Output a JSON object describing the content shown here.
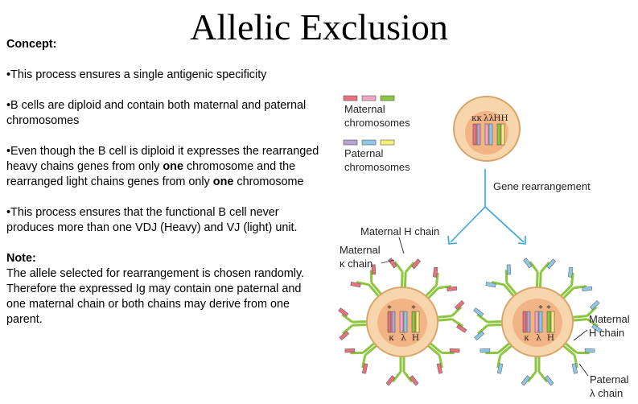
{
  "slide": {
    "title": "Allelic Exclusion",
    "concept_heading": "Concept:",
    "bullets": [
      {
        "text": "•This process ensures a single antigenic specificity"
      },
      {
        "text": "•B cells are diploid and contain both maternal and paternal chromosomes"
      },
      {
        "before": "•Even though the B cell is diploid it expresses the rearranged heavy chains genes  from only ",
        "em1": "one",
        "middle": " chromosome and the rearranged light chains genes from only ",
        "em2": "one",
        "after": " chromosome"
      },
      {
        "text": "•This process ensures that the functional B cell never produces more than one VDJ (Heavy) and VJ (light) unit."
      }
    ],
    "note_heading": "Note:",
    "note_lines": [
      "The allele selected for rearrangement is chosen randomly.",
      "Therefore the expressed Ig may contain one paternal and one maternal chain or both chains may derive from one parent."
    ]
  },
  "diagram": {
    "legend": {
      "maternal_line1": "Maternal",
      "maternal_line2": "chromosomes",
      "paternal_line1": "Paternal",
      "paternal_line2": "chromosomes"
    },
    "top_cell_labels": [
      "κκ",
      "λλ",
      "HH"
    ],
    "process_label": "Gene rearrangement",
    "cell_labels": [
      "κ",
      "λ",
      "H"
    ],
    "star": "*",
    "callouts": {
      "maternal_h_chain": "Maternal H chain",
      "maternal_kappa_line1": "Maternal",
      "maternal_kappa_line2": "κ chain",
      "right_maternal_h_line1": "Maternal",
      "right_maternal_h_line2": "H chain",
      "paternal_lambda_line1": "Paternal",
      "paternal_lambda_line2": "λ chain"
    },
    "colors": {
      "kappa_maternal": "#e8707f",
      "lambda_maternal": "#f3a6c8",
      "heavy_maternal": "#8cc63f",
      "kappa_paternal": "#b5a3d3",
      "lambda_paternal": "#8ec8e8",
      "heavy_paternal": "#f4ef7a",
      "cell_fill": "#f7d6ae",
      "cell_border": "#d9a46a",
      "nucleus_fill": "#f2b484",
      "arrow": "#35a6dd",
      "antibody_green": "#8cc63f"
    }
  }
}
